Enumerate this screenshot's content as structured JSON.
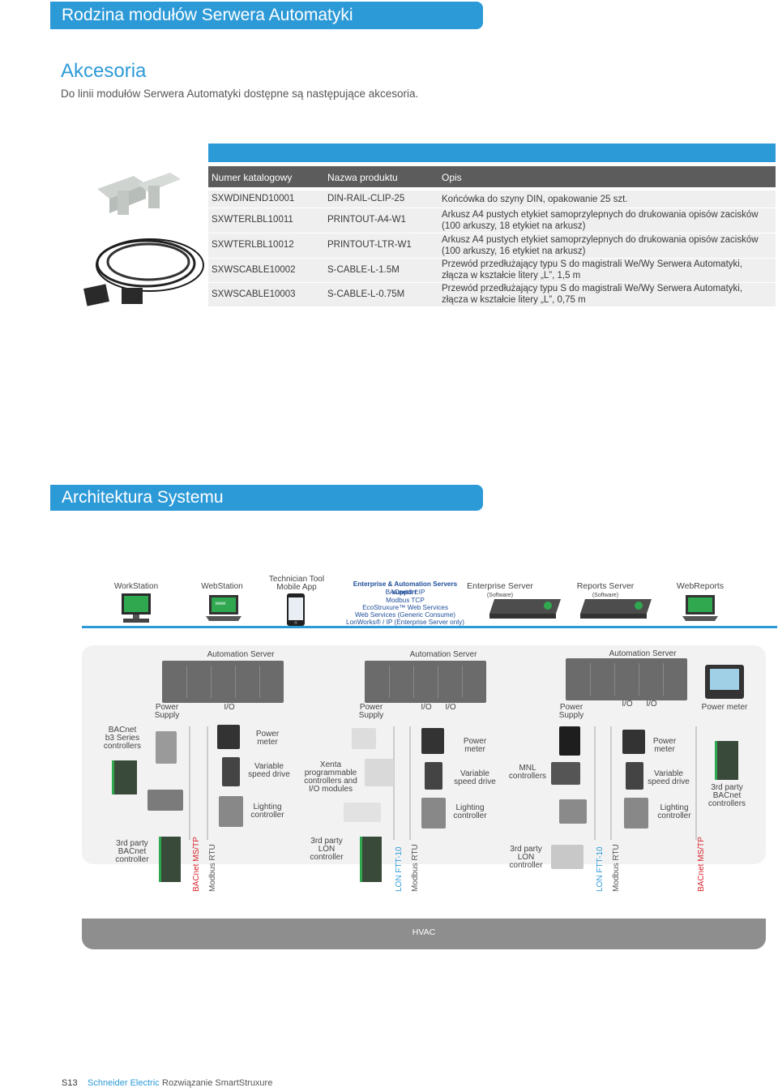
{
  "header": {
    "banner": "Rodzina modułów Serwera Automatyki"
  },
  "accessories": {
    "title": "Akcesoria",
    "intro": "Do linii modułów Serwera Automatyki dostępne są następujące akcesoria.",
    "columns": [
      "Numer katalogowy",
      "Nazwa produktu",
      "Opis"
    ],
    "rows": [
      {
        "code": "SXWDINEND10001",
        "name": "DIN-RAIL-CLIP-25",
        "desc1": "Końcówka do szyny DIN, opakowanie 25 szt.",
        "desc2": ""
      },
      {
        "code": "SXWTERLBL10011",
        "name": "PRINTOUT-A4-W1",
        "desc1": "Arkusz A4 pustych etykiet samoprzylepnych do drukowania opisów zacisków",
        "desc2": "(100 arkuszy, 18 etykiet na arkusz)"
      },
      {
        "code": "SXWTERLBL10012",
        "name": "PRINTOUT-LTR-W1",
        "desc1": "Arkusz A4 pustych etykiet samoprzylepnych do drukowania opisów zacisków",
        "desc2": "(100 arkuszy, 16 etykiet na arkusz)"
      },
      {
        "code": "SXWSCABLE10002",
        "name": "S-CABLE-L-1.5M",
        "desc1": "Przewód przedłużający typu S do magistrali We/Wy Serwera Automatyki,",
        "desc2": "złącza w kształcie litery „L”, 1,5 m"
      },
      {
        "code": "SXWSCABLE10003",
        "name": "S-CABLE-L-0.75M",
        "desc1": "Przewód przedłużający typu S do magistrali We/Wy Serwera Automatyki,",
        "desc2": "złącza w kształcie litery „L”, 0,75 m"
      }
    ]
  },
  "architecture": {
    "banner": "Architektura Systemu",
    "top_nodes": {
      "workstation": "WorkStation",
      "webstation": "WebStation",
      "technician_1": "Technician Tool",
      "technician_2": "Mobile App",
      "enterprise_server": "Enterprise Server",
      "enterprise_sub": "(Software)",
      "reports_server": "Reports Server",
      "reports_sub": "(Software)",
      "webreports": "WebReports",
      "www": "www"
    },
    "support_list": [
      "Enterprise & Automation Servers support:",
      "BACnet® / IP",
      "Modbus TCP",
      "EcoStruxure™ Web Services",
      "Web Services (Generic Consume)",
      "LonWorks® / IP (Enterprise Server only)"
    ],
    "automation_server": "Automation Server",
    "power_supply_1": "Power",
    "power_supply_2": "Supply",
    "io": "I/O",
    "power_meter_top": "Power meter",
    "bacnet_b3_1": "BACnet",
    "bacnet_b3_2": "b3 Series",
    "bacnet_b3_3": "controllers",
    "power_1": "Power",
    "meter_2": "meter",
    "vsd_1": "Variable",
    "vsd_2": "speed drive",
    "lighting_1": "Lighting",
    "lighting_2": "controller",
    "xenta_1": "Xenta",
    "xenta_2": "programmable",
    "xenta_3": "controllers and",
    "xenta_4": "I/O modules",
    "mnl_1": "MNL",
    "mnl_2": "controllers",
    "tp_bacnet_1": "3rd party",
    "tp_bacnet_2": "BACnet",
    "tp_bacnet_3": "controllers",
    "tp_bacnet_ctrl": "controller",
    "tp_lon_2": "LON",
    "bacnet_mstp": "BACnet MS/TP",
    "modbus_rtu": "Modbus RTU",
    "lon_ftt10": "LON FTT-10",
    "hvac": "HVAC"
  },
  "footer": {
    "page": "S13",
    "brand": "Schneider Electric",
    "title": "Rozwiązanie SmartStruxure"
  },
  "colors": {
    "accent": "#2d9ad8",
    "red": "#d8232a",
    "green": "#2fa84f"
  }
}
